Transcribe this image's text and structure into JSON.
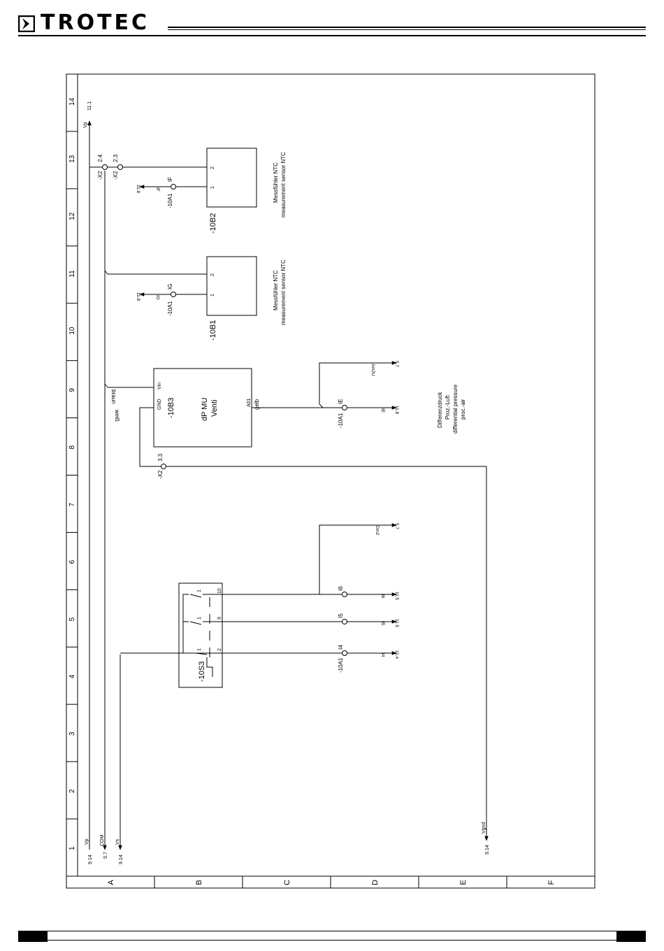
{
  "brand": {
    "name": "TROTEC",
    "logo_icon": "chevron-right-icon"
  },
  "grid": {
    "columns": [
      "1",
      "2",
      "3",
      "4",
      "5",
      "6",
      "7",
      "8",
      "9",
      "10",
      "11",
      "12",
      "13",
      "14"
    ],
    "rows": [
      "A",
      "B",
      "C",
      "D",
      "E",
      "F"
    ]
  },
  "rails": {
    "vp_top": {
      "name": "Vp",
      "ref": "11.1"
    },
    "vp_bottom": {
      "name": "Vp",
      "ref": "9.14"
    },
    "com_bottom": {
      "name": "COM",
      "ref": "5.7"
    },
    "vs_bottom": {
      "name": "Vs",
      "ref": "9.14"
    },
    "vgnd": {
      "name": "Vgnd",
      "ref": "9.14"
    }
  },
  "terminals": {
    "x2_24": {
      "tag": "-X2",
      "pin": "2.4"
    },
    "x2_23": {
      "tag": "-X2",
      "pin": "2.3"
    },
    "x2_33": {
      "tag": "-X2",
      "pin": "3.3"
    }
  },
  "sensor_b2": {
    "tag": "-10B2",
    "pin1": "1",
    "pin2": "2",
    "desc_de": "Messfühler NTC",
    "desc_en": "measurement sensor NTC",
    "io_tag": "-10A1",
    "io_name": "IF",
    "ref": "11.8",
    "ref_label": "IF"
  },
  "sensor_b1": {
    "tag": "-10B1",
    "pin1": "1",
    "pin2": "2",
    "desc_de": "Messfühler NTC",
    "desc_en": "measurement sensor NTC",
    "io_tag": "-10A1",
    "io_name": "IG",
    "ref": "11.8",
    "ref_label": "IG"
  },
  "sensor_b3": {
    "tag": "-10B3",
    "line1": "dP MU",
    "line2": "Venti",
    "pin_vin": "Vin",
    "pin_gnd": "GND",
    "pin_a01": "A01",
    "wire_braun": "braun",
    "wire_weiss": "weiß",
    "wire_gelb": "gelb",
    "io_tag": "-10A1",
    "io_name": "IE",
    "ref": "11.8",
    "ref_label": "IE",
    "ain_ref": "5.7",
    "ain_label": "Ain2U",
    "desc": [
      "Differenzdruck",
      "Proz.-Luft",
      "differential pressure",
      "proc.-air"
    ]
  },
  "switch_s3": {
    "tag": "-10S3",
    "pins": [
      "1",
      "2",
      "1",
      "9",
      "1",
      "10"
    ],
    "io_tag": "-10A1",
    "inputs": [
      {
        "name": "I4",
        "ref": "11.4",
        "ref_label": "I4"
      },
      {
        "name": "I5",
        "ref": "11.5",
        "ref_label": "I5"
      },
      {
        "name": "I6",
        "ref": "11.5",
        "ref_label": "I6"
      }
    ],
    "din_ref": "5.7",
    "din_label": "Din2"
  }
}
